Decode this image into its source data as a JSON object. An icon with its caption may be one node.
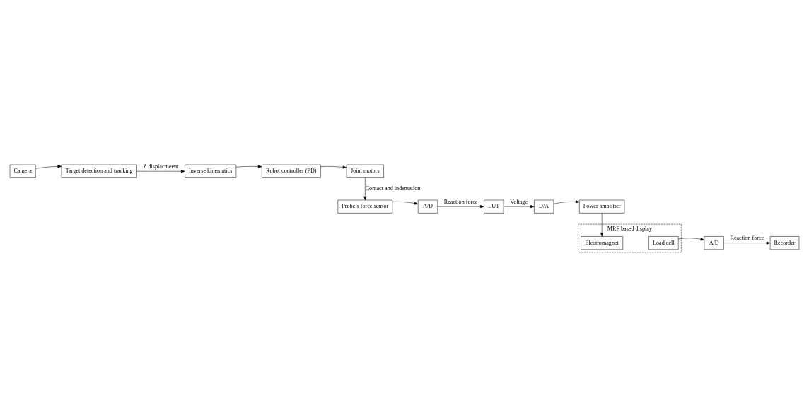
{
  "diagram": {
    "nodes": [
      {
        "text": [
          "Camera"
        ]
      },
      {
        "text": [
          "Target detection and tracking"
        ]
      },
      {
        "text": [
          "Inverse kinematics"
        ]
      },
      {
        "text": [
          "Robot controller (PD)"
        ]
      },
      {
        "text": [
          "Joint motors"
        ]
      },
      {
        "text": [
          "Probe’s force sensor"
        ]
      },
      {
        "text": [
          "A/D"
        ]
      },
      {
        "text": [
          "LUT"
        ]
      },
      {
        "text": [
          "D/A"
        ]
      },
      {
        "text": [
          "Power amplifier"
        ]
      },
      {
        "text": [
          "MRF based display"
        ]
      },
      {
        "text": [
          "Electromagnet"
        ],
        "in": 10
      },
      {
        "text": [
          "Load cell"
        ],
        "in": 10
      },
      {
        "text": [
          "A/D"
        ]
      },
      {
        "text": [
          "Recorder"
        ]
      }
    ],
    "edges": [
      {
        "from": 0,
        "to": 1,
        "arrow": "to"
      },
      {
        "from": 1,
        "to": 2,
        "arrow": "to",
        "label": "Z displacmeent"
      },
      {
        "from": 2,
        "to": 3,
        "arrow": "to"
      },
      {
        "from": 3,
        "to": 4,
        "arrow": "to"
      },
      {
        "from": 4,
        "to": 5,
        "arrow": "to",
        "label": "Contact and indentation"
      },
      {
        "from": 5,
        "to": 6,
        "arrow": "to"
      },
      {
        "from": 6,
        "to": 7,
        "arrow": "to",
        "label": "Reaction force"
      },
      {
        "from": 7,
        "to": 8,
        "arrow": "to",
        "label": "Voltage"
      },
      {
        "from": 8,
        "to": 9,
        "arrow": "to"
      },
      {
        "from": 9,
        "to": 11,
        "arrow": "to"
      },
      {
        "from": 12,
        "to": 13,
        "arrow": "to"
      },
      {
        "from": 13,
        "to": 14,
        "arrow": "to",
        "label": "Reaction force"
      }
    ]
  }
}
